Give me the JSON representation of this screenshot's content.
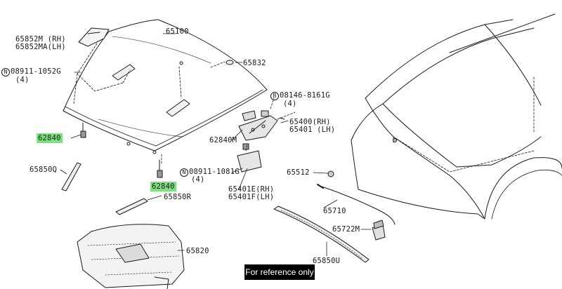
{
  "parts": {
    "p65852m": "65852M (RH)",
    "p65852ma": "65852MA(LH)",
    "p65100": "65100",
    "p65832": "65832",
    "n08911_1052g_code": "N",
    "n08911_1052g": "08911-1052G",
    "n08911_1052g_qty": "(4)",
    "b08146_code": "B",
    "b08146": "08146-8161G",
    "b08146_qty": "(4)",
    "p65400": "65400(RH)",
    "p65401": "65401 (LH)",
    "p62840_left": "62840",
    "p62840m": "62840M",
    "p65850q": "65850Q",
    "n08911_1081g_code": "N",
    "n08911_1081g": "08911-1081G",
    "n08911_1081g_qty": "(4)",
    "p62840_bottom": "62840",
    "p65850r": "65850R",
    "p65401e": "65401E(RH)",
    "p65401f": "65401F(LH)",
    "p65512": "65512",
    "p65710": "65710",
    "p65722m": "65722M",
    "p65820": "65820",
    "p65850u": "65850U"
  },
  "banner": "For reference only",
  "colors": {
    "highlight": "#7fe07f",
    "line": "#1a1a1a",
    "banner_bg": "#000000",
    "banner_text": "#ffffff"
  }
}
